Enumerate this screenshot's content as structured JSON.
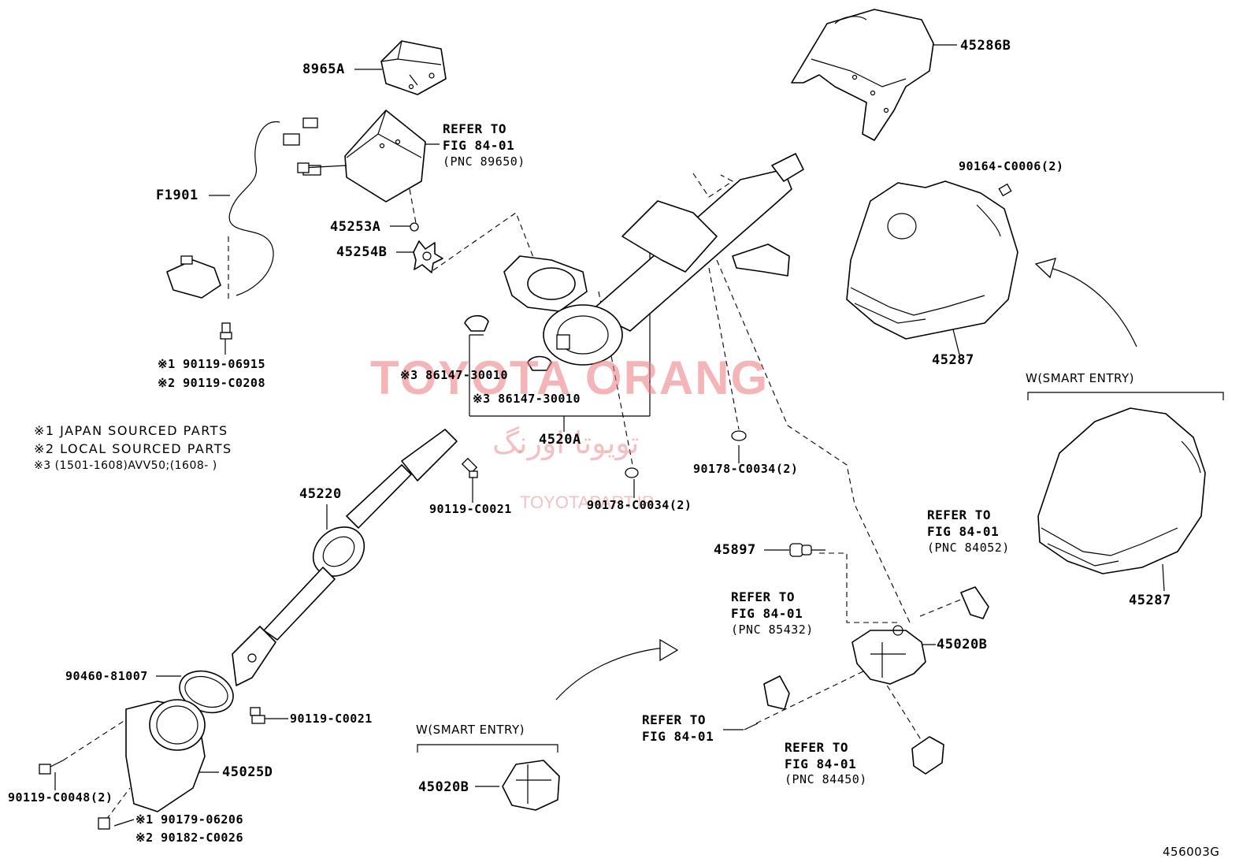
{
  "diagram": {
    "figure_code": "456003G",
    "watermark": {
      "brand": "TOYOTA ORANG",
      "brand_fa": "تویوتا اورنگ",
      "site": "TOYOTAPART.IR"
    },
    "notes": [
      "※1 JAPAN SOURCED PARTS",
      "※2 LOCAL SOURCED PARTS",
      "※3 (1501-1608)AVV50;(1608-       )"
    ],
    "section_smart_entry_top": "W(SMART ENTRY)",
    "section_smart_entry_bottom": "W(SMART ENTRY)",
    "labels": {
      "p8965A": "8965A",
      "p45286B": "45286B",
      "refer1_a": "REFER TO",
      "refer1_b": "FIG 84-01",
      "refer1_c": "(PNC 89650)",
      "pF1901": "F1901",
      "p90164": "90164-C0006(2)",
      "p45253A": "45253A",
      "p45254B": "45254B",
      "p90119_06915": "※1 90119-06915",
      "p90119_C0208": "※2 90119-C0208",
      "p86147_a": "※3 86147-30010",
      "p86147_b": "※3 86147-30010",
      "p45287_top": "45287",
      "p4520A": "4520A",
      "p90178_a": "90178-C0034(2)",
      "p90178_b": "90178-C0034(2)",
      "p45220": "45220",
      "p90119_C0021_a": "90119-C0021",
      "refer2_a": "REFER TO",
      "refer2_b": "FIG 84-01",
      "refer2_c": "(PNC 84052)",
      "p45897": "45897",
      "refer3_a": "REFER TO",
      "refer3_b": "FIG 84-01",
      "refer3_c": "(PNC 85432)",
      "p45287_bottom": "45287",
      "p45020B_main": "45020B",
      "p90460": "90460-81007",
      "p90119_C0021_b": "90119-C0021",
      "refer4_a": "REFER TO",
      "refer4_b": "FIG 84-01",
      "refer5_a": "REFER TO",
      "refer5_b": "FIG 84-01",
      "refer5_c": "(PNC 84450)",
      "p45025D": "45025D",
      "p45020B_smart": "45020B",
      "p90119_C0048": "90119-C0048(2)",
      "p90179": "※1 90179-06206",
      "p90182": "※2 90182-C0026"
    }
  }
}
